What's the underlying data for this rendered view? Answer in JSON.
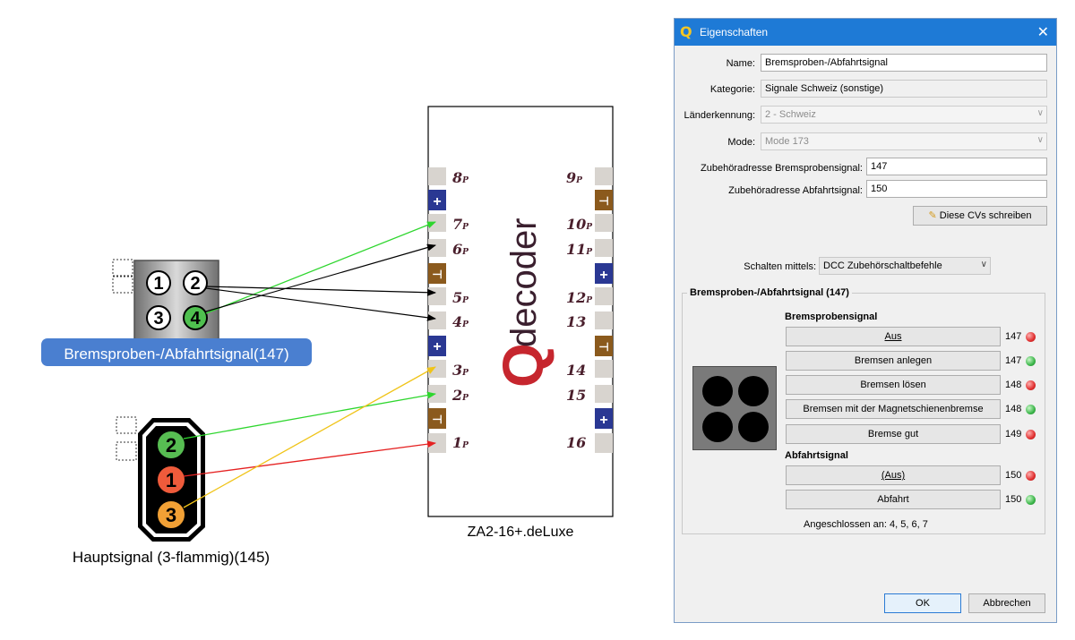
{
  "diagram": {
    "decoder_name": "ZA2-16+.deLuxe",
    "brand_letter": "Q",
    "brand_word": "decoder",
    "left_pins": [
      {
        "id": "p8",
        "label": "8",
        "suffix": "P"
      },
      {
        "id": "p7",
        "label": "7",
        "suffix": "P"
      },
      {
        "id": "p6",
        "label": "6",
        "suffix": "P"
      },
      {
        "id": "p5",
        "label": "5",
        "suffix": "P"
      },
      {
        "id": "p4",
        "label": "4",
        "suffix": "P"
      },
      {
        "id": "p3",
        "label": "3",
        "suffix": "P"
      },
      {
        "id": "p2",
        "label": "2",
        "suffix": "P"
      },
      {
        "id": "p1",
        "label": "1",
        "suffix": "P"
      }
    ],
    "right_pins": [
      {
        "id": "p9",
        "label": "9",
        "suffix": "P"
      },
      {
        "id": "p10",
        "label": "10",
        "suffix": "P"
      },
      {
        "id": "p11",
        "label": "11",
        "suffix": "P"
      },
      {
        "id": "p12",
        "label": "12",
        "suffix": "P"
      },
      {
        "id": "p13",
        "label": "13",
        "suffix": ""
      },
      {
        "id": "p14",
        "label": "14",
        "suffix": ""
      },
      {
        "id": "p15",
        "label": "15",
        "suffix": ""
      },
      {
        "id": "p16",
        "label": "16",
        "suffix": ""
      }
    ],
    "plus_symbol": "+",
    "ground_symbol": "⊣",
    "signal1": {
      "label": "Bremsproben-/Abfahrtsignal(147)",
      "lamps": [
        "1",
        "2",
        "3",
        "4"
      ]
    },
    "signal2": {
      "label": "Hauptsignal (3-flammig)(145)",
      "lamps": [
        "2",
        "1",
        "3"
      ]
    },
    "colors": {
      "wire_green": "#2ed62e",
      "wire_black": "#000000",
      "wire_yellow": "#f0c419",
      "wire_red": "#e52222",
      "plus_block": "#2a3893",
      "ground_block": "#8b5a1d",
      "label_blue": "#4a7fd0",
      "brand_red": "#c6262e",
      "brand_text": "#3a1f2e"
    }
  },
  "dialog": {
    "logo": "Q",
    "title": "Eigenschaften",
    "close_symbol": "✕",
    "fields": {
      "name_label": "Name:",
      "name_value": "Bremsproben-/Abfahrtsignal",
      "category_label": "Kategorie:",
      "category_value": "Signale Schweiz (sonstige)",
      "country_label": "Länderkennung:",
      "country_value": "2 - Schweiz",
      "mode_label": "Mode:",
      "mode_value": "Mode 173",
      "addr1_label": "Zubehöradresse Bremsprobensignal:",
      "addr1_value": "147",
      "addr2_label": "Zubehöradresse Abfahrtsignal:",
      "addr2_value": "150"
    },
    "write_cvs_label": "Diese CVs schreiben",
    "switch_label": "Schalten mittels:",
    "switch_value": "DCC Zubehörschaltbefehle",
    "group_title": "Bremsproben-/Abfahrtsignal (147)",
    "brake_section": "Bremsprobensignal",
    "depart_section": "Abfahrtsignal",
    "buttons": [
      {
        "label": "Aus",
        "num": "147",
        "led": "red"
      },
      {
        "label": "Bremsen anlegen",
        "num": "147",
        "led": "green"
      },
      {
        "label": "Bremsen lösen",
        "num": "148",
        "led": "red"
      },
      {
        "label": "Bremsen mit der Magnetschienenbremse",
        "num": "148",
        "led": "green"
      },
      {
        "label": "Bremse gut",
        "num": "149",
        "led": "red"
      },
      {
        "label": "(Aus)",
        "num": "150",
        "led": "red"
      },
      {
        "label": "Abfahrt",
        "num": "150",
        "led": "green"
      }
    ],
    "connected": "Angeschlossen an: 4, 5, 6, 7",
    "ok_label": "OK",
    "cancel_label": "Abbrechen"
  }
}
